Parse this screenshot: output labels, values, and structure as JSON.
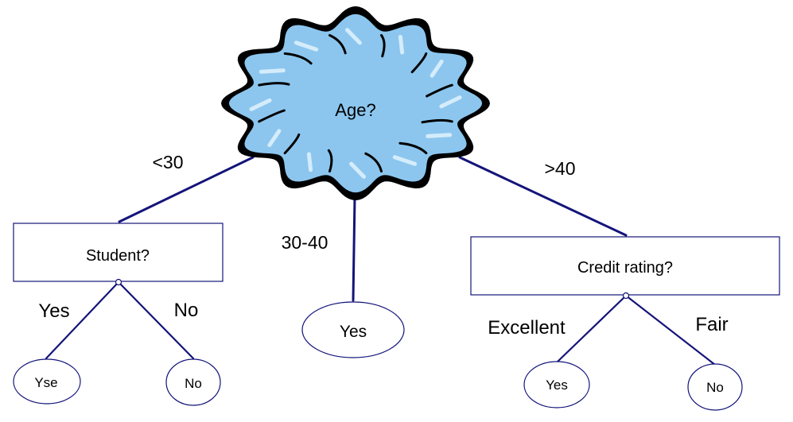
{
  "colors": {
    "edge": "#14147a",
    "cloud_fill": "#8cc6ee",
    "cloud_highlight": "#d4ecfb",
    "cloud_outline": "#000000"
  },
  "root": {
    "label": "Age?"
  },
  "branches": {
    "left": "<30",
    "middle": "30-40",
    "right": ">40"
  },
  "student": {
    "label": "Student?",
    "yes_label": "Yes",
    "no_label": "No",
    "leaf_yes": "Yse",
    "leaf_no": "No"
  },
  "middle_leaf": {
    "label": "Yes"
  },
  "credit": {
    "label": "Credit rating?",
    "excellent_label": "Excellent",
    "fair_label": "Fair",
    "leaf_excellent": "Yes",
    "leaf_fair": "No"
  }
}
